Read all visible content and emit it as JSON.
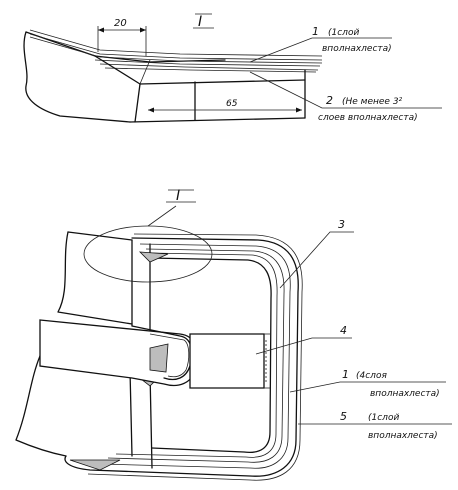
{
  "detail": {
    "section_mark": "I",
    "dim_small": "20",
    "dim_large": "65",
    "callout_1_num": "1",
    "callout_1_text_a": "(1слой",
    "callout_1_text_b": "вполнахлеста)",
    "callout_2_num": "2",
    "callout_2_text_a": "(Не менее 3²",
    "callout_2_text_b": "слоев вполнахлеста)"
  },
  "main": {
    "section_mark": "I",
    "callout_3_num": "3",
    "callout_4_num": "4",
    "callout_1_num": "1",
    "callout_1_text_a": "(4слоя",
    "callout_1_text_b": "вполнахлеста)",
    "callout_5_num": "5",
    "callout_5_text_a": "(1слой",
    "callout_5_text_b": "вполнахлеста)"
  }
}
